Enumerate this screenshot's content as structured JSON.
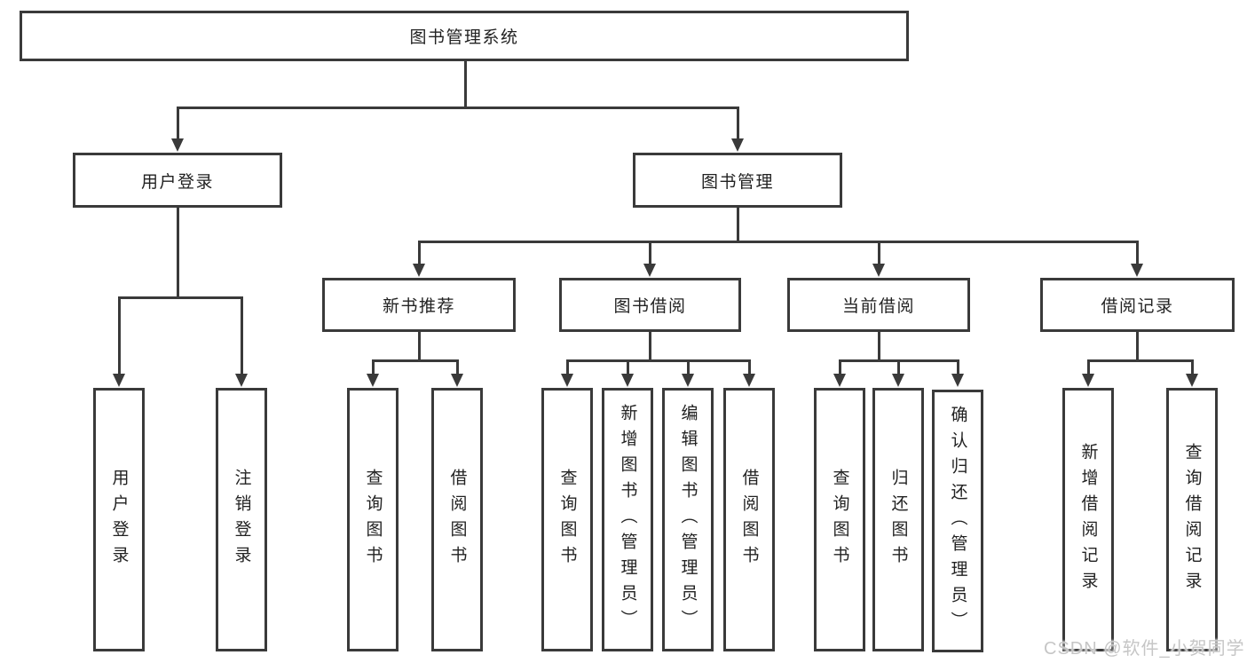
{
  "root": {
    "label": "图书管理系统"
  },
  "level2": {
    "user_login": {
      "label": "用户登录"
    },
    "book_mgmt": {
      "label": "图书管理"
    }
  },
  "level3": {
    "new_books": {
      "label": "新书推荐"
    },
    "book_borrow": {
      "label": "图书借阅"
    },
    "current_borrow": {
      "label": "当前借阅"
    },
    "borrow_records": {
      "label": "借阅记录"
    }
  },
  "leaves": {
    "user_login": [
      "用户登录",
      "注销登录"
    ],
    "new_books": [
      "查询图书",
      "借阅图书"
    ],
    "book_borrow": [
      "查询图书",
      "新增图书（管理员）",
      "编辑图书（管理员）",
      "借阅图书"
    ],
    "current_borrow": [
      "查询图书",
      "归还图书",
      "确认归还（管理员）"
    ],
    "borrow_records": [
      "新增借阅记录",
      "查询借阅记录"
    ]
  },
  "watermark": {
    "text": "CSDN @软件_小贺同学"
  },
  "colors": {
    "line": "#3a3a3a",
    "text": "#222222",
    "watermark": "#c6c6c6",
    "background": "#ffffff"
  }
}
